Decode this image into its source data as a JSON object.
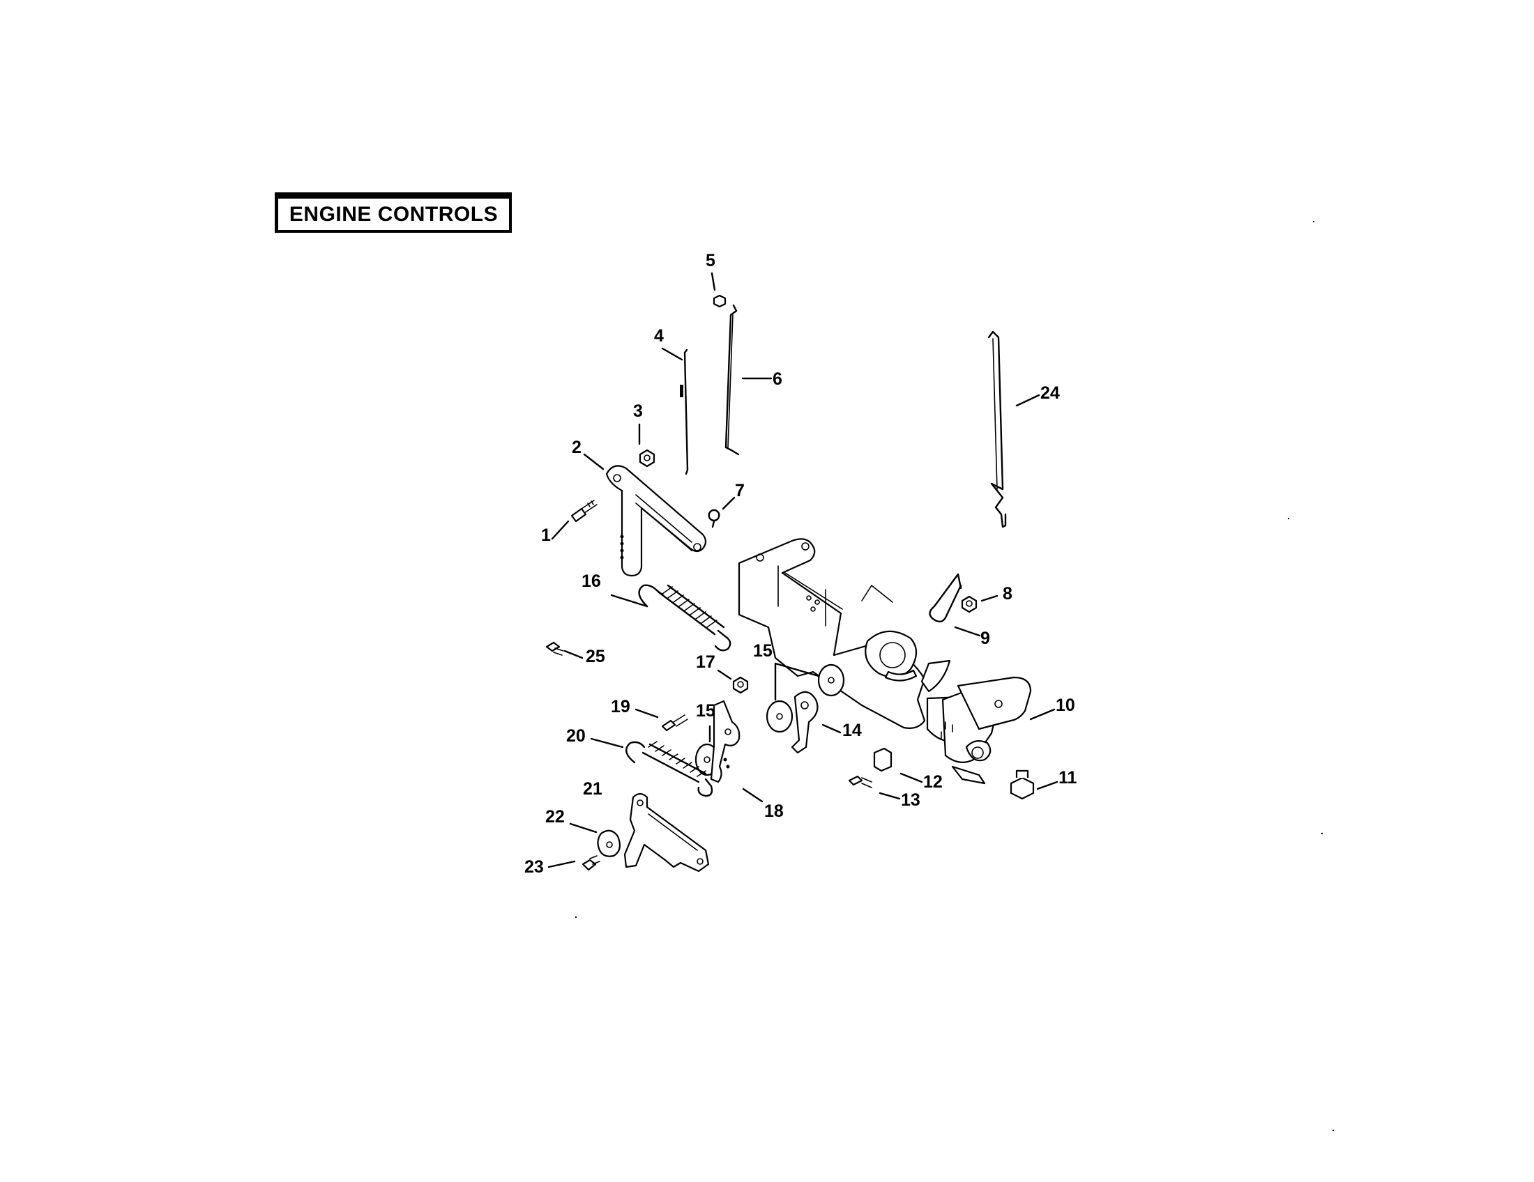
{
  "title": "ENGINE CONTROLS",
  "callouts": [
    {
      "id": "1",
      "label": "1"
    },
    {
      "id": "2",
      "label": "2"
    },
    {
      "id": "3",
      "label": "3"
    },
    {
      "id": "4",
      "label": "4"
    },
    {
      "id": "5",
      "label": "5"
    },
    {
      "id": "6",
      "label": "6"
    },
    {
      "id": "7",
      "label": "7"
    },
    {
      "id": "8",
      "label": "8"
    },
    {
      "id": "9",
      "label": "9"
    },
    {
      "id": "10",
      "label": "10"
    },
    {
      "id": "11",
      "label": "11"
    },
    {
      "id": "12",
      "label": "12"
    },
    {
      "id": "13",
      "label": "13"
    },
    {
      "id": "14",
      "label": "14"
    },
    {
      "id": "15a",
      "label": "15"
    },
    {
      "id": "15b",
      "label": "15"
    },
    {
      "id": "16",
      "label": "16"
    },
    {
      "id": "17",
      "label": "17"
    },
    {
      "id": "18",
      "label": "18"
    },
    {
      "id": "19",
      "label": "19"
    },
    {
      "id": "20",
      "label": "20"
    },
    {
      "id": "21",
      "label": "21"
    },
    {
      "id": "22",
      "label": "22"
    },
    {
      "id": "23",
      "label": "23"
    },
    {
      "id": "24",
      "label": "24"
    },
    {
      "id": "25",
      "label": "25"
    }
  ]
}
